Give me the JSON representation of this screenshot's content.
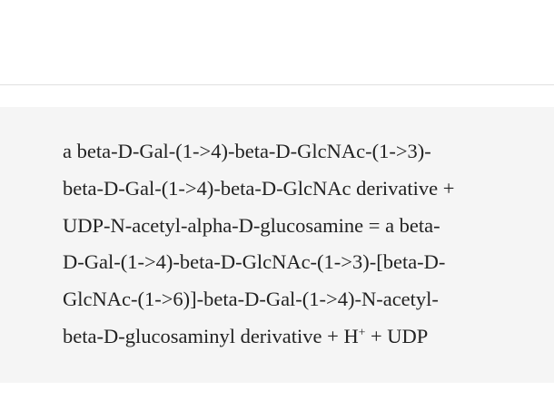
{
  "reaction": {
    "lines": [
      "a beta-D-Gal-(1->4)-beta-D-GlcNAc-(1->3)-",
      "beta-D-Gal-(1->4)-beta-D-GlcNAc derivative +",
      "UDP-N-acetyl-alpha-D-glucosamine = a beta-",
      "D-Gal-(1->4)-beta-D-GlcNAc-(1->3)-[beta-D-",
      "GlcNAc-(1->6)]-beta-D-Gal-(1->4)-N-acetyl-"
    ],
    "last_line_before": "beta-D-glucosaminyl derivative + H",
    "last_line_superscript": "+",
    "last_line_after": " + UDP"
  }
}
